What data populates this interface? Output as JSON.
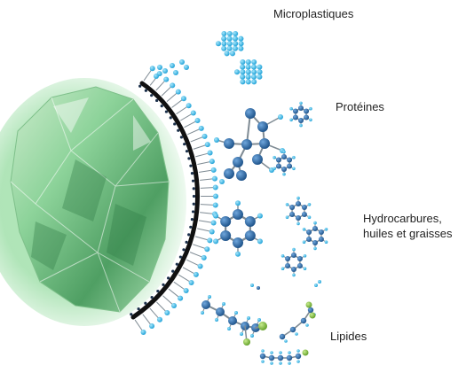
{
  "labels": {
    "microplastics": "Microplastiques",
    "proteins": "Protéines",
    "hydrocarbons_line1": "Hydrocarbures,",
    "hydrocarbons_line2": "huiles et graisses",
    "lipids": "Lipides"
  },
  "colors": {
    "crystal": "#8fd39a",
    "crystal_dark": "#2f7a45",
    "membrane_head": "#3ec4ee",
    "membrane_tail": "#9aa6ae",
    "arc": "#111111",
    "atom_dark": "#1f5f9e",
    "atom_light": "#35b8ea",
    "atom_green": "#7dbb3c"
  }
}
